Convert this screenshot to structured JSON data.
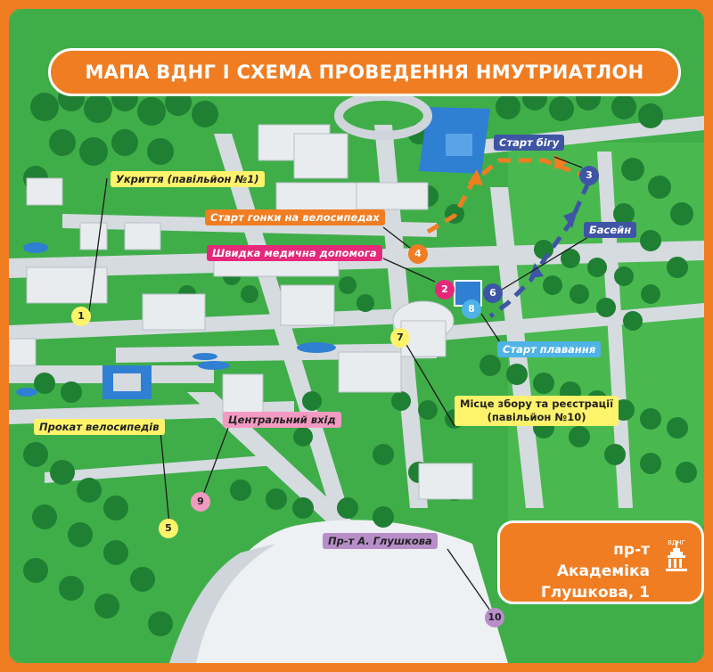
{
  "title": "МАПА ВДНГ І СХЕМА ПРОВЕДЕННЯ НМУТРИАТЛОН",
  "colors": {
    "frame": "#f07d22",
    "grass": "#3fae49",
    "road": "#d6dbe0",
    "water": "#2f7fd3",
    "building": "#e9ecef",
    "run_route": "#f07d22",
    "swim_route": "#3e55a6"
  },
  "labels": [
    {
      "id": "1",
      "text": "Укриття (павільйон №1)",
      "color": "yellow"
    },
    {
      "id": "2",
      "text": "Швидка медична допомога",
      "color": "magenta"
    },
    {
      "id": "3",
      "text": "Старт бігу",
      "color": "navy"
    },
    {
      "id": "4",
      "text": "Старт гонки на велосипедах",
      "color": "orange"
    },
    {
      "id": "5",
      "text": "Прокат велосипедів",
      "color": "yellow"
    },
    {
      "id": "6",
      "text": "Басейн",
      "color": "navy"
    },
    {
      "id": "7",
      "text": "Місце збору та реєстрації (павільйон №10)",
      "line1": "Місце збору та реєстрації",
      "line2": "(павільйон №10)",
      "color": "yellow"
    },
    {
      "id": "8",
      "text": "Старт плавання",
      "color": "light-blue"
    },
    {
      "id": "9",
      "text": "Центральний вхід",
      "color": "pink"
    },
    {
      "id": "10",
      "text": "Пр-т А. Глушкова",
      "color": "purple"
    }
  ],
  "address": {
    "line1": "пр-т Академіка",
    "line2": "Глушкова, 1",
    "logo_text": "ВДНГ",
    "logo_icon": "pavilion-spire-icon"
  }
}
